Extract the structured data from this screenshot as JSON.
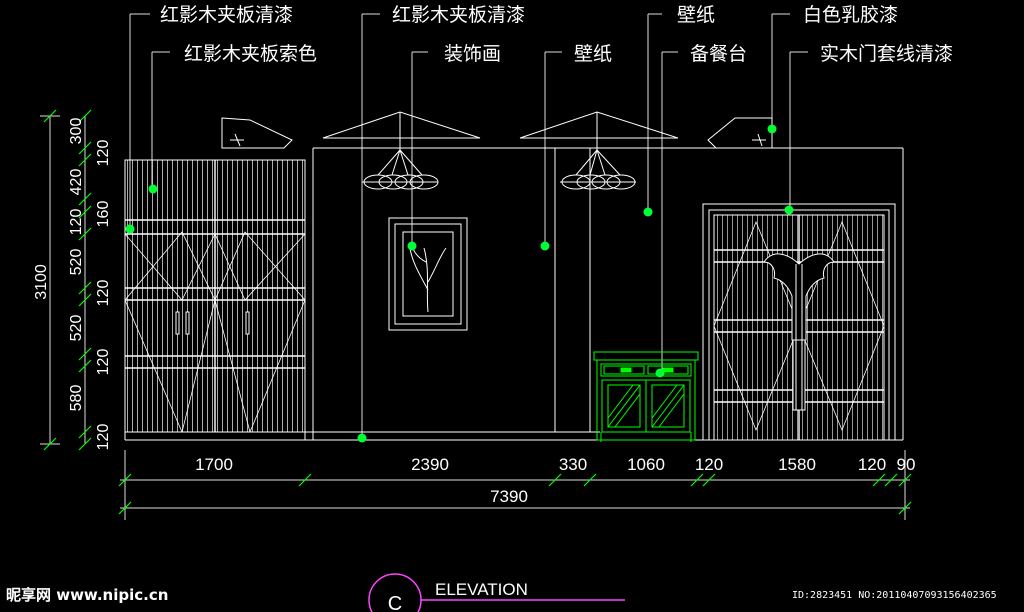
{
  "labels_top": [
    "红影木夹板清漆",
    "红影木夹板清漆",
    "壁纸",
    "白色乳胶漆"
  ],
  "labels_second": [
    "红影木夹板索色",
    "装饰画",
    "壁纸",
    "备餐台",
    "实木门套线清漆"
  ],
  "dims_bottom": [
    "1700",
    "2390",
    "330",
    "1060",
    "120",
    "1580",
    "120",
    "90"
  ],
  "dim_total": "7390",
  "dims_left_total": "3100",
  "dims_left": [
    "300",
    "120",
    "420",
    "120",
    "160",
    "520",
    "120",
    "520",
    "120",
    "580",
    "120"
  ],
  "title_symbol": "C",
  "title_text": "ELEVATION",
  "watermark": "昵享网 www.nipic.cn",
  "image_id": "ID:2823451 NO:20110407093156402365",
  "colors": {
    "background": "#000000",
    "line_white": "#ffffff",
    "line_green": "#00ff00",
    "line_magenta": "#ff00ff",
    "dot_green": "#00ff33"
  }
}
